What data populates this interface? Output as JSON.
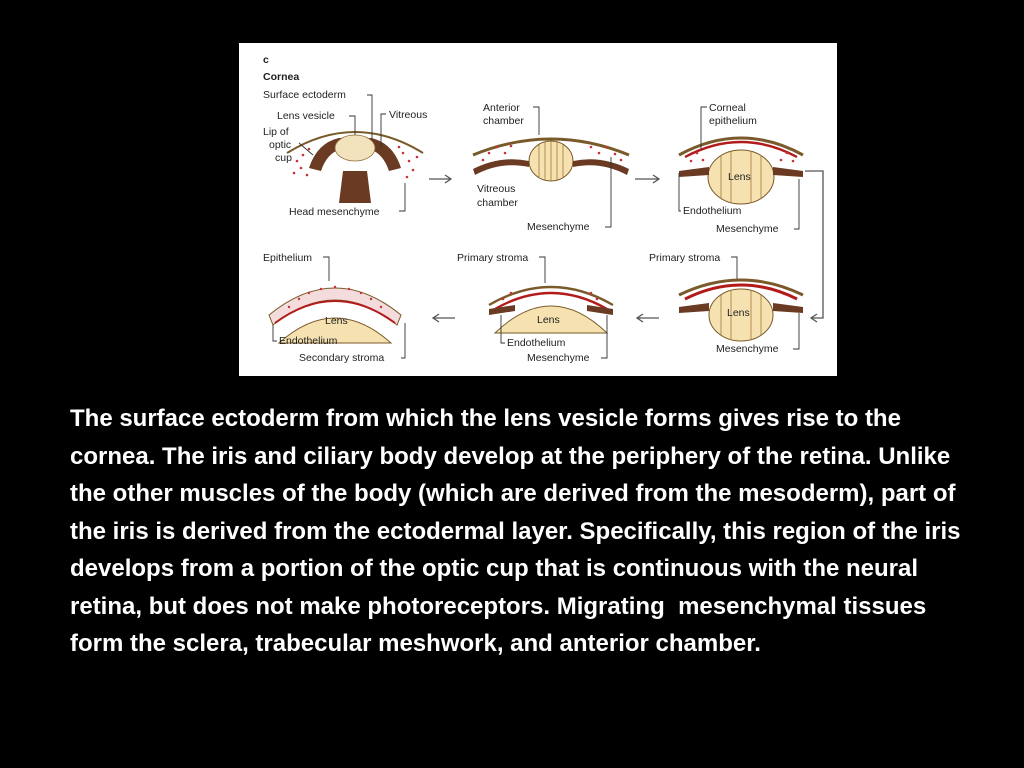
{
  "figure": {
    "panel_letter": "c",
    "title": "Cornea",
    "stage1": {
      "surface_ectoderm": "Surface ectoderm",
      "lens_vesicle": "Lens vesicle",
      "vitreous": "Vitreous",
      "lip_of": "Lip of",
      "optic": "optic",
      "cup": "cup",
      "head_mesenchyme": "Head mesenchyme"
    },
    "stage2": {
      "anterior": "Anterior",
      "chamber": "chamber",
      "vitreous": "Vitreous",
      "vitreous_chamber": "chamber",
      "mesenchyme": "Mesenchyme"
    },
    "stage3": {
      "corneal": "Corneal",
      "epithelium": "epithelium",
      "lens": "Lens",
      "endothelium": "Endothelium",
      "mesenchyme": "Mesenchyme"
    },
    "stage4": {
      "primary_stroma": "Primary stroma",
      "lens": "Lens",
      "mesenchyme": "Mesenchyme"
    },
    "stage5": {
      "primary_stroma": "Primary stroma",
      "lens": "Lens",
      "endothelium": "Endothelium",
      "mesenchyme": "Mesenchyme"
    },
    "stage6": {
      "epithelium": "Epithelium",
      "lens": "Lens",
      "endothelium": "Endothelium",
      "secondary_stroma": "Secondary stroma"
    }
  },
  "caption": "The surface ectoderm from which the lens vesicle forms gives rise to the cornea. The iris and ciliary body develop at the periphery of the retina. Unlike the other muscles of the body (which are derived from the mesoderm), part of the iris is derived from the ectodermal layer. Specifically, this region of the iris develops from a portion of the optic cup that is continuous with the neural retina, but does not make photoreceptors. Migrating  mesenchymal tissues form the sclera, trabecular meshwork, and anterior chamber."
}
